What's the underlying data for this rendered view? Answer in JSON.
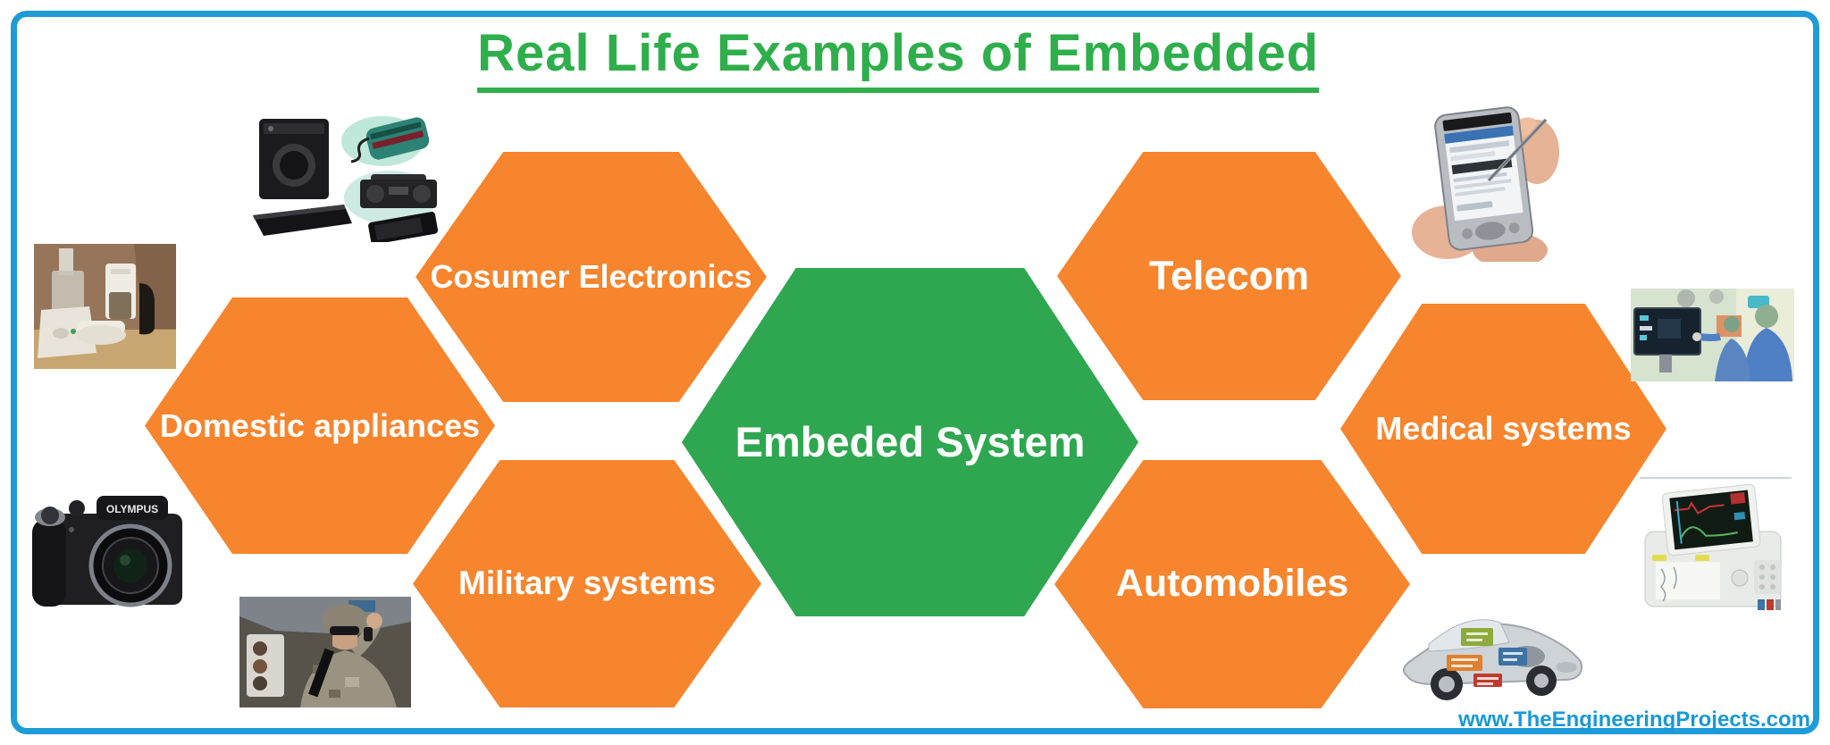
{
  "page": {
    "title": "Real Life Examples of Embedded",
    "watermark": "www.TheEngineeringProjects.com"
  },
  "diagram": {
    "center_label": "Embeded System",
    "nodes": [
      {
        "label": "Cosumer Electronics"
      },
      {
        "label": "Domestic appliances"
      },
      {
        "label": "Military systems"
      },
      {
        "label": "Telecom"
      },
      {
        "label": "Medical systems"
      },
      {
        "label": "Automobiles"
      }
    ]
  },
  "photos": {
    "camera_brand": "OLYMPUS",
    "consumer_collage": "collage of washing machine, CD player, boombox, soundbar and tablet",
    "kitchen_appliances": "kitchen counter with food processor, coffee maker and sandwich maker",
    "olympus_camera": "black Olympus bridge camera",
    "soldier": "soldier with radio inside a military vehicle",
    "pda_hand": "hands holding a PDA with stylus",
    "surgery": "operating room with surgical monitor and surgeons",
    "fetal_monitor": "patient monitor with paper recorder",
    "car_cutaway": "transparent car cutaway with embedded subsystem labels"
  },
  "colors": {
    "hexagon_orange": "#F6852E",
    "hexagon_green": "#2EA750",
    "title_green": "#2FAE4C",
    "border_blue": "#1E9CD8",
    "watermark_blue": "#1899D7",
    "label_text": "#FFFFFF"
  }
}
